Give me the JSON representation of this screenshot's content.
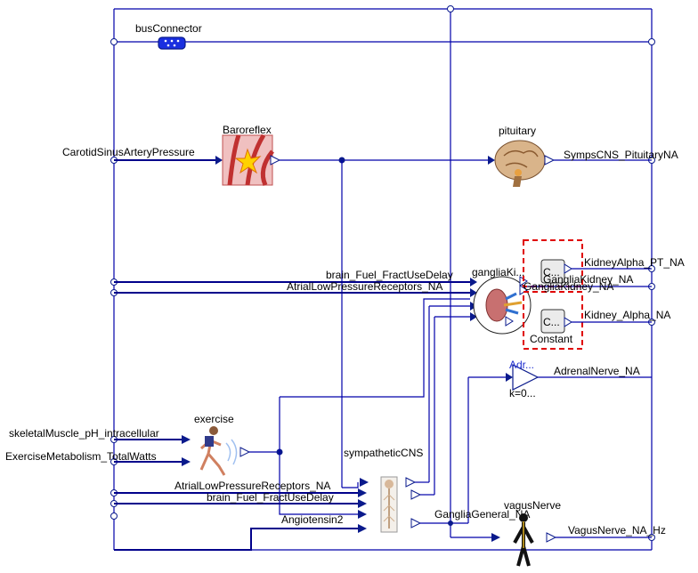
{
  "diagram": {
    "components": {
      "bus_connector": "busConnector",
      "baroreflex": "Baroreflex",
      "pituitary": "pituitary",
      "ganglia_kidney": "gangliaKi...",
      "constant_top_code": "C...",
      "constant_bottom_code": "C...",
      "constant_bottom_name": "Constant",
      "adrenal": "Adr...",
      "adrenal_param": "k=0...",
      "exercise": "exercise",
      "sympathetic_cns": "sympatheticCNS",
      "vagus_nerve": "vagusNerve"
    },
    "signals": {
      "carotid": "CarotidSinusArteryPressure",
      "symps_pituitary": "SympsCNS_PituitaryNA",
      "kidney_alpha_pt": "KidneyAlpha_PT_NA",
      "ganglia_kidney_na": "GangliaKidney_NA",
      "ganglia_kidney_overlap": "GangliaKidney_NA",
      "kidney_alpha_na": "Kidney_Alpha_NA",
      "brain_fuel_upper": "brain_Fuel_FractUseDelay",
      "atrial_upper": "AtrialLowPressureReceptors_NA",
      "adrenal_nerve": "AdrenalNerve_NA",
      "skeletal_ph": "skeletalMuscle_pH_intracellular",
      "exercise_watts": "ExerciseMetabolism_TotalWatts",
      "atrial_lower": "AtrialLowPressureReceptors_NA",
      "brain_fuel_lower": "brain_Fuel_FractUseDelay",
      "angiotensin": "Angiotensin2",
      "ganglia_general": "GangliaGeneral_NA",
      "vagus_hz": "VagusNerve_NA_Hz"
    },
    "colors": {
      "wire": "#0000aa",
      "port": "#0a1a8c",
      "highlight_box": "#e00000",
      "baroreflex_fill": "#e8a0a0"
    }
  }
}
